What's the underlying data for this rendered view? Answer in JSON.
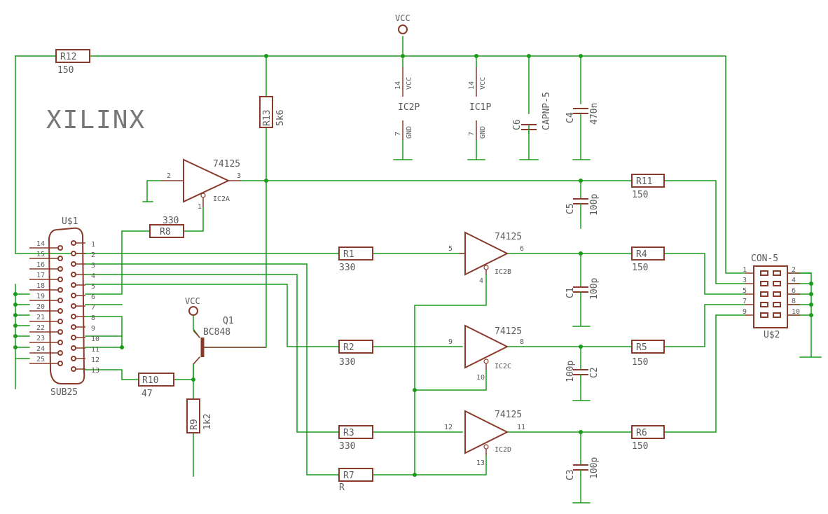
{
  "title": "XILINX",
  "power_label": "VCC",
  "components": {
    "R12": {
      "name": "R12",
      "value": "150"
    },
    "R13": {
      "name": "R13",
      "value": "5k6"
    },
    "R8": {
      "name": "R8",
      "value": "330"
    },
    "R11": {
      "name": "R11",
      "value": "150"
    },
    "R1": {
      "name": "R1",
      "value": "330"
    },
    "R2": {
      "name": "R2",
      "value": "330"
    },
    "R3": {
      "name": "R3",
      "value": "330"
    },
    "R7": {
      "name": "R7",
      "value": "R"
    },
    "R4": {
      "name": "R4",
      "value": "150"
    },
    "R5": {
      "name": "R5",
      "value": "150"
    },
    "R6": {
      "name": "R6",
      "value": "150"
    },
    "R10": {
      "name": "R10",
      "value": "47"
    },
    "R9": {
      "name": "R9",
      "value": "1k2"
    },
    "C1": {
      "name": "C1",
      "value": "100p"
    },
    "C2": {
      "name": "C2",
      "value": "100p"
    },
    "C3": {
      "name": "C3",
      "value": "100p"
    },
    "C4": {
      "name": "C4",
      "value": "470n"
    },
    "C5": {
      "name": "C5",
      "value": "100p"
    },
    "C6": {
      "name": "C6",
      "value": "CAPNP-5"
    },
    "Q1": {
      "name": "Q1",
      "value": "BC848"
    },
    "U1": {
      "name": "U$1",
      "value": "SUB25"
    },
    "U2": {
      "name": "U$2",
      "value": "CON-5"
    },
    "IC2A": {
      "name": "IC2A",
      "value": "74125"
    },
    "IC2B": {
      "name": "IC2B",
      "value": "74125"
    },
    "IC2C": {
      "name": "IC2C",
      "value": "74125"
    },
    "IC2D": {
      "name": "IC2D",
      "value": "74125"
    },
    "IC2P": {
      "name": "IC2P"
    },
    "IC1P": {
      "name": "IC1P"
    }
  },
  "power_pins": {
    "vcc": "VCC",
    "gnd": "GND",
    "vcc_pin": "14",
    "gnd_pin": "7"
  },
  "pins": {
    "sub25_left": [
      "14",
      "15",
      "16",
      "17",
      "18",
      "19",
      "20",
      "21",
      "22",
      "23",
      "24",
      "25"
    ],
    "sub25_right": [
      "1",
      "2",
      "3",
      "4",
      "5",
      "6",
      "7",
      "8",
      "9",
      "10",
      "11",
      "12",
      "13"
    ],
    "con5_left": [
      "1",
      "3",
      "5",
      "7",
      "9"
    ],
    "con5_right": [
      "2",
      "4",
      "6",
      "8",
      "10"
    ],
    "ic2a": {
      "in": "2",
      "out": "3",
      "en": "1"
    },
    "ic2b": {
      "in": "5",
      "out": "6",
      "en": "4"
    },
    "ic2c": {
      "in": "9",
      "out": "8",
      "en": "10"
    },
    "ic2d": {
      "in": "12",
      "out": "11",
      "en": "13"
    }
  }
}
